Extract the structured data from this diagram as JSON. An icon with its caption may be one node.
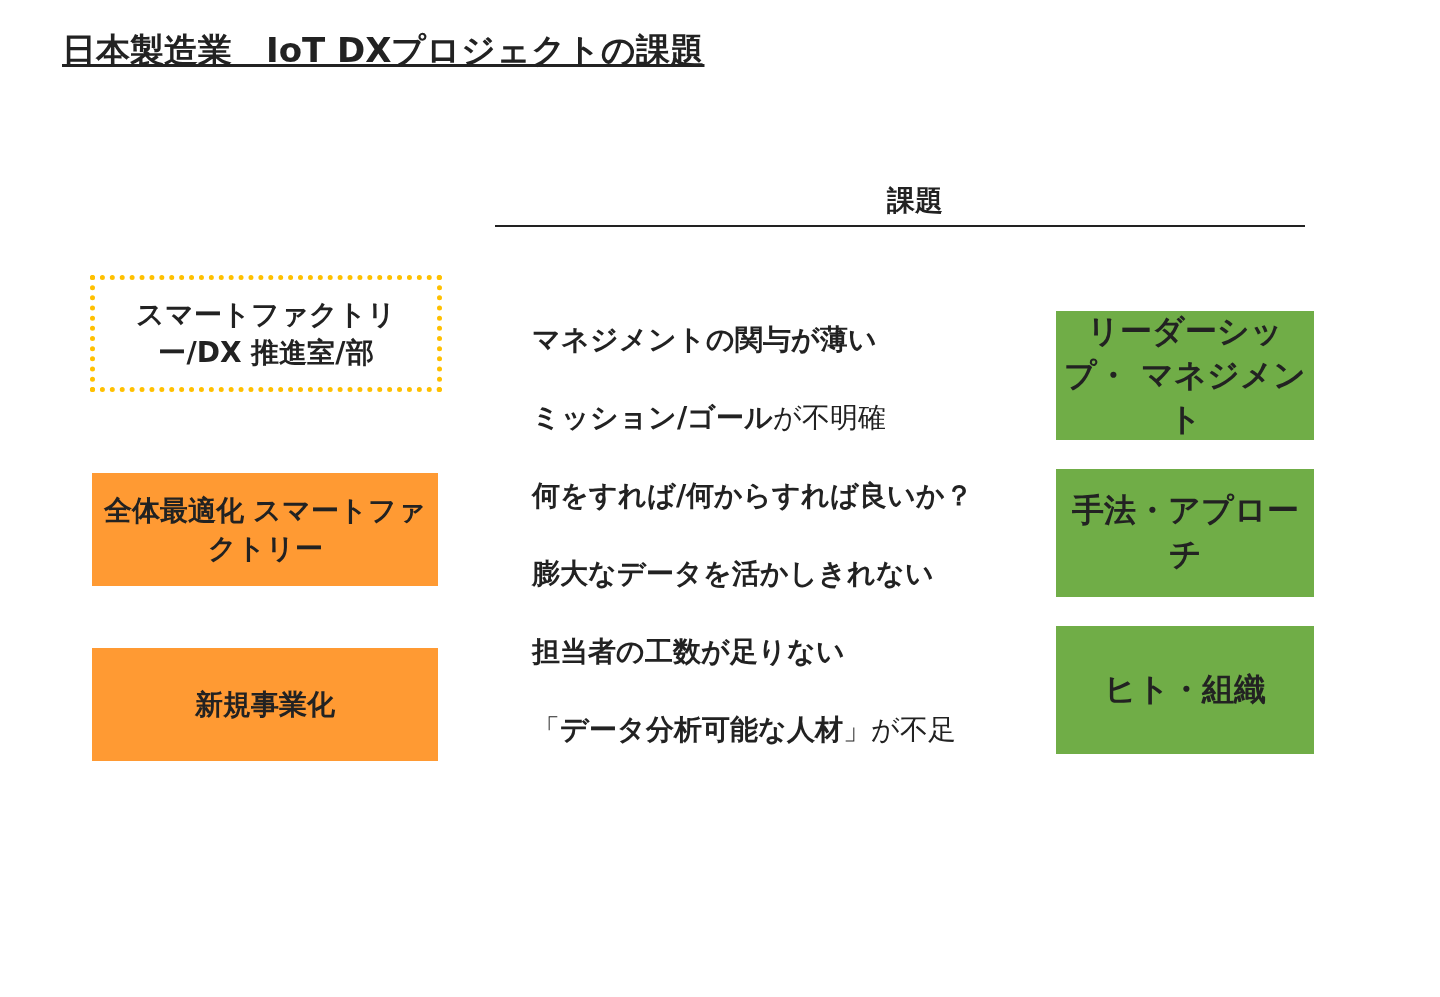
{
  "diagram": {
    "title": "日本製造業　IoT DXプロジェクトの課題",
    "nodes": [
      {
        "text": [
          "スマートファクトリー/DX 推進室/部"
        ]
      },
      {
        "text": [
          "全体最適化 スマートファクトリー"
        ]
      },
      {
        "text": [
          "新規事業化"
        ]
      },
      {
        "text": [
          "リーダーシップ・ マネジメント"
        ]
      },
      {
        "text": [
          "手法・アプローチ"
        ]
      },
      {
        "text": [
          "ヒト・組織"
        ]
      }
    ],
    "edges": [],
    "labels": [
      "課題",
      "マネジメントの関与が薄い",
      "**ミッション/ゴール**が不明確",
      "何をすれば/何からすれば良いか？",
      "膨大なデータを活かしきれない",
      "担当者の工数が足りない",
      "「**データ分析可能な人材**」が不足"
    ]
  }
}
